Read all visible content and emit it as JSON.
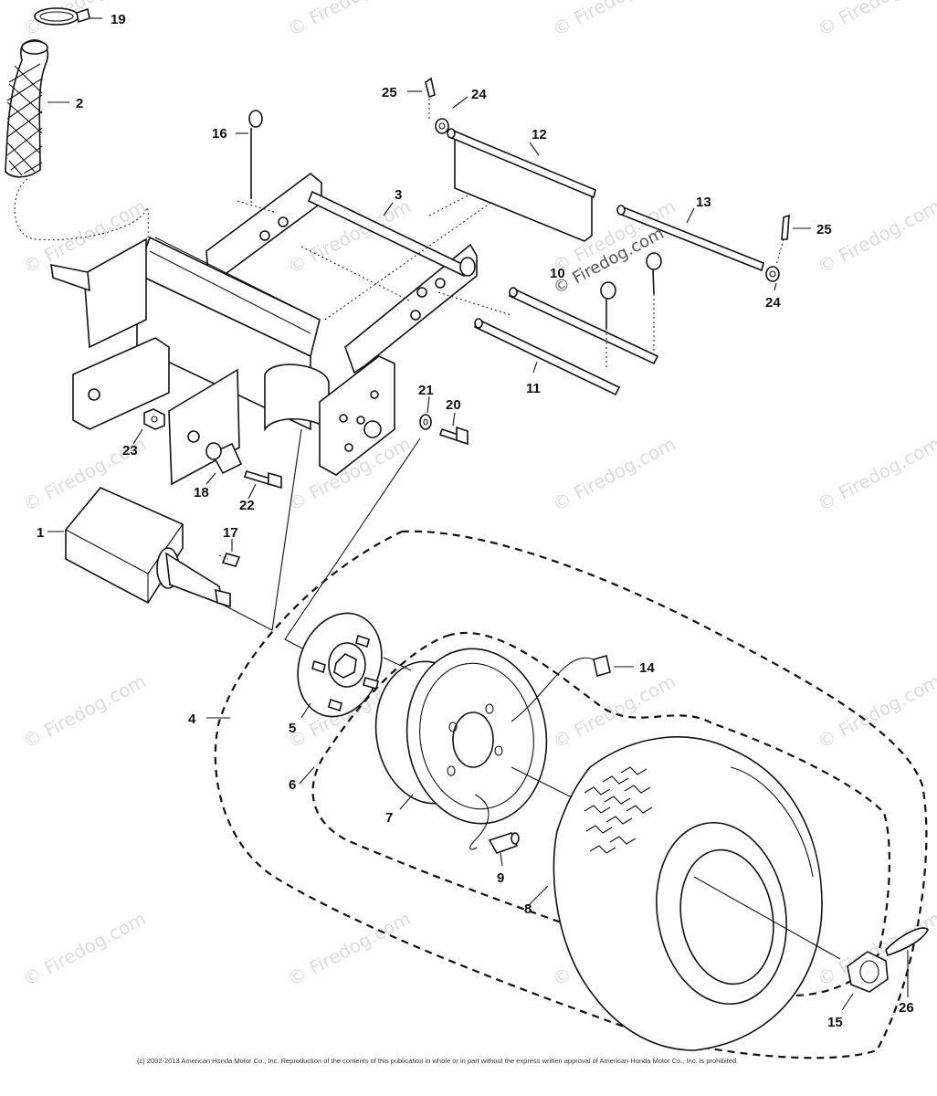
{
  "watermark": {
    "text": "© Firedog.com",
    "color": "#dcdcdc",
    "featured_color": "#555555"
  },
  "callouts": [
    "19",
    "2",
    "25",
    "24",
    "16",
    "12",
    "3",
    "13",
    "25",
    "10",
    "24",
    "11",
    "21",
    "20",
    "23",
    "18",
    "22",
    "1",
    "17",
    "14",
    "4",
    "5",
    "6",
    "7",
    "9",
    "8",
    "15",
    "26"
  ],
  "copyright": "(c) 2002-2013 American Honda Motor Co., Inc. Reproduction of the contents of this publication in whole or in part without the express written approval of American Honda Motor Co., Inc. is prohibited."
}
